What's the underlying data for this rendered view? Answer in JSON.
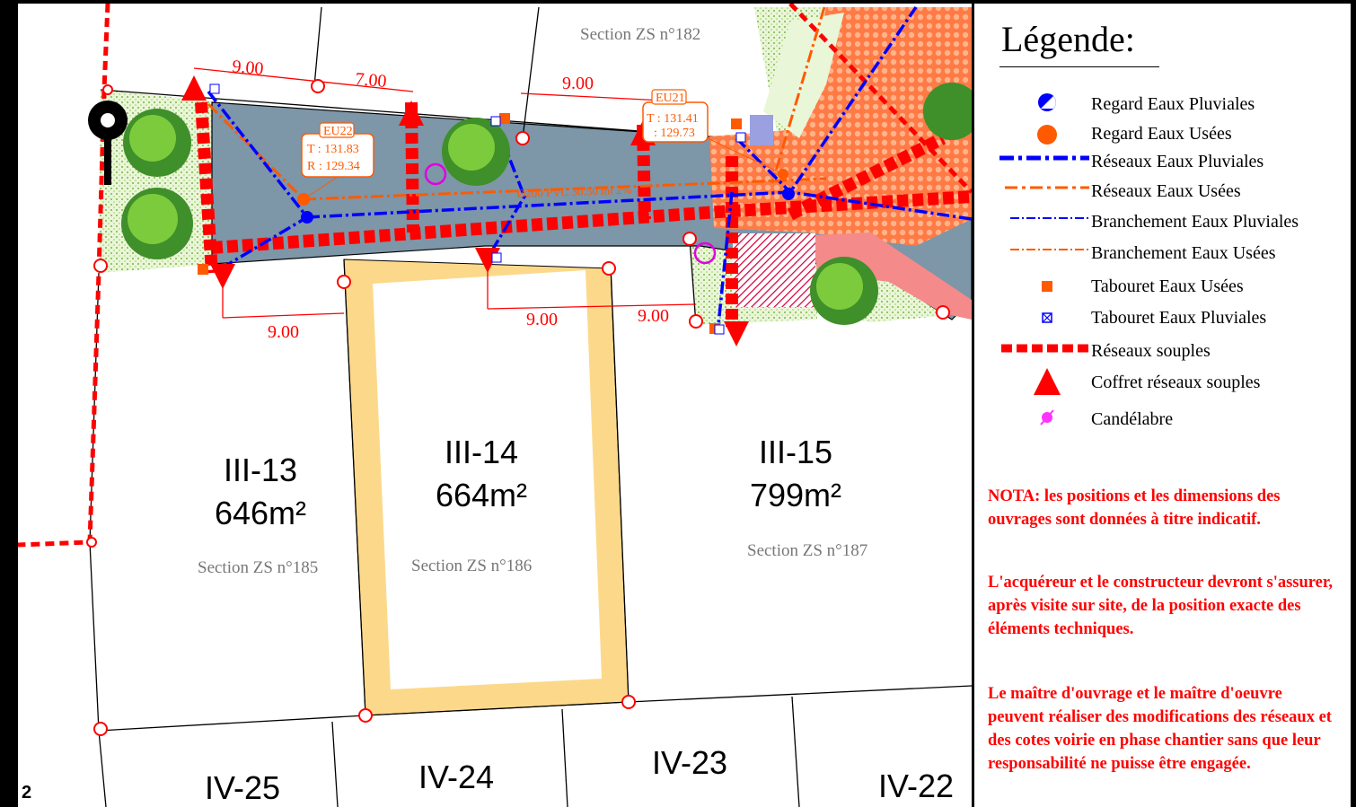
{
  "legend": {
    "title": "Légende:",
    "items": [
      {
        "label": "Regard Eaux Pluviales",
        "icon": "storm-manhole-icon"
      },
      {
        "label": "Regard Eaux Usées",
        "icon": "sewer-manhole-icon"
      },
      {
        "label": "Réseaux Eaux Pluviales",
        "icon": "storm-network-line-icon"
      },
      {
        "label": "Réseaux Eaux Usées",
        "icon": "sewer-network-line-icon"
      },
      {
        "label": "Branchement Eaux Pluviales",
        "icon": "storm-connection-line-icon"
      },
      {
        "label": "Branchement Eaux Usées",
        "icon": "sewer-connection-line-icon"
      },
      {
        "label": "Tabouret Eaux Usées",
        "icon": "sewer-stool-icon"
      },
      {
        "label": "Tabouret Eaux Pluviales",
        "icon": "storm-stool-icon"
      },
      {
        "label": "Réseaux souples",
        "icon": "flexible-network-icon"
      },
      {
        "label": "Coffret réseaux souples",
        "icon": "flexible-cabinet-icon"
      },
      {
        "label": "Candélabre",
        "icon": "streetlight-icon"
      }
    ]
  },
  "nota": {
    "p1": "NOTA: les positions et les dimensions des ouvrages sont données à titre indicatif.",
    "p2": "L'acquéreur et le constructeur devront s'assurer, après visite sur site, de la position exacte des éléments techniques.",
    "p3": "Le maître d'ouvrage et le maître d'oeuvre peuvent réaliser des modifications des réseaux et des cotes voirie en phase chantier sans que leur responsabilité ne puisse être engagée."
  },
  "lots": [
    {
      "id": "III-13",
      "area": "646m²"
    },
    {
      "id": "III-14",
      "area": "664m²"
    },
    {
      "id": "III-15",
      "area": "799m²"
    },
    {
      "id": "IV-25"
    },
    {
      "id": "IV-24"
    },
    {
      "id": "IV-23"
    },
    {
      "id": "IV-22"
    }
  ],
  "sections": {
    "s182": "Section ZS n°182",
    "s185": "Section ZS n°185",
    "s186": "Section ZS n°186",
    "s187": "Section ZS n°187"
  },
  "dimensions": {
    "d1": "9.00",
    "d2": "7.00",
    "d3": "9.00",
    "d4": "9.00",
    "d5": "9.00",
    "d6": "9.00"
  },
  "manholes": {
    "eu22": {
      "name": "EU22",
      "t": "T : 131.83",
      "r": "R : 129.34"
    },
    "eu21": {
      "name": "EU21",
      "t": "T : 131.41",
      "r": ": 129.73"
    }
  },
  "pipe_label": "Ø200 PVC  30.50 ml 2%",
  "page_number": "2",
  "colors": {
    "road": "#7d96a8",
    "storm": "#0000ff",
    "sewer": "#ff5a00",
    "flexible": "#ff0000",
    "lot_zone": "#fcd98a",
    "green": "#c8e6a0",
    "text_red": "#ff0000"
  }
}
